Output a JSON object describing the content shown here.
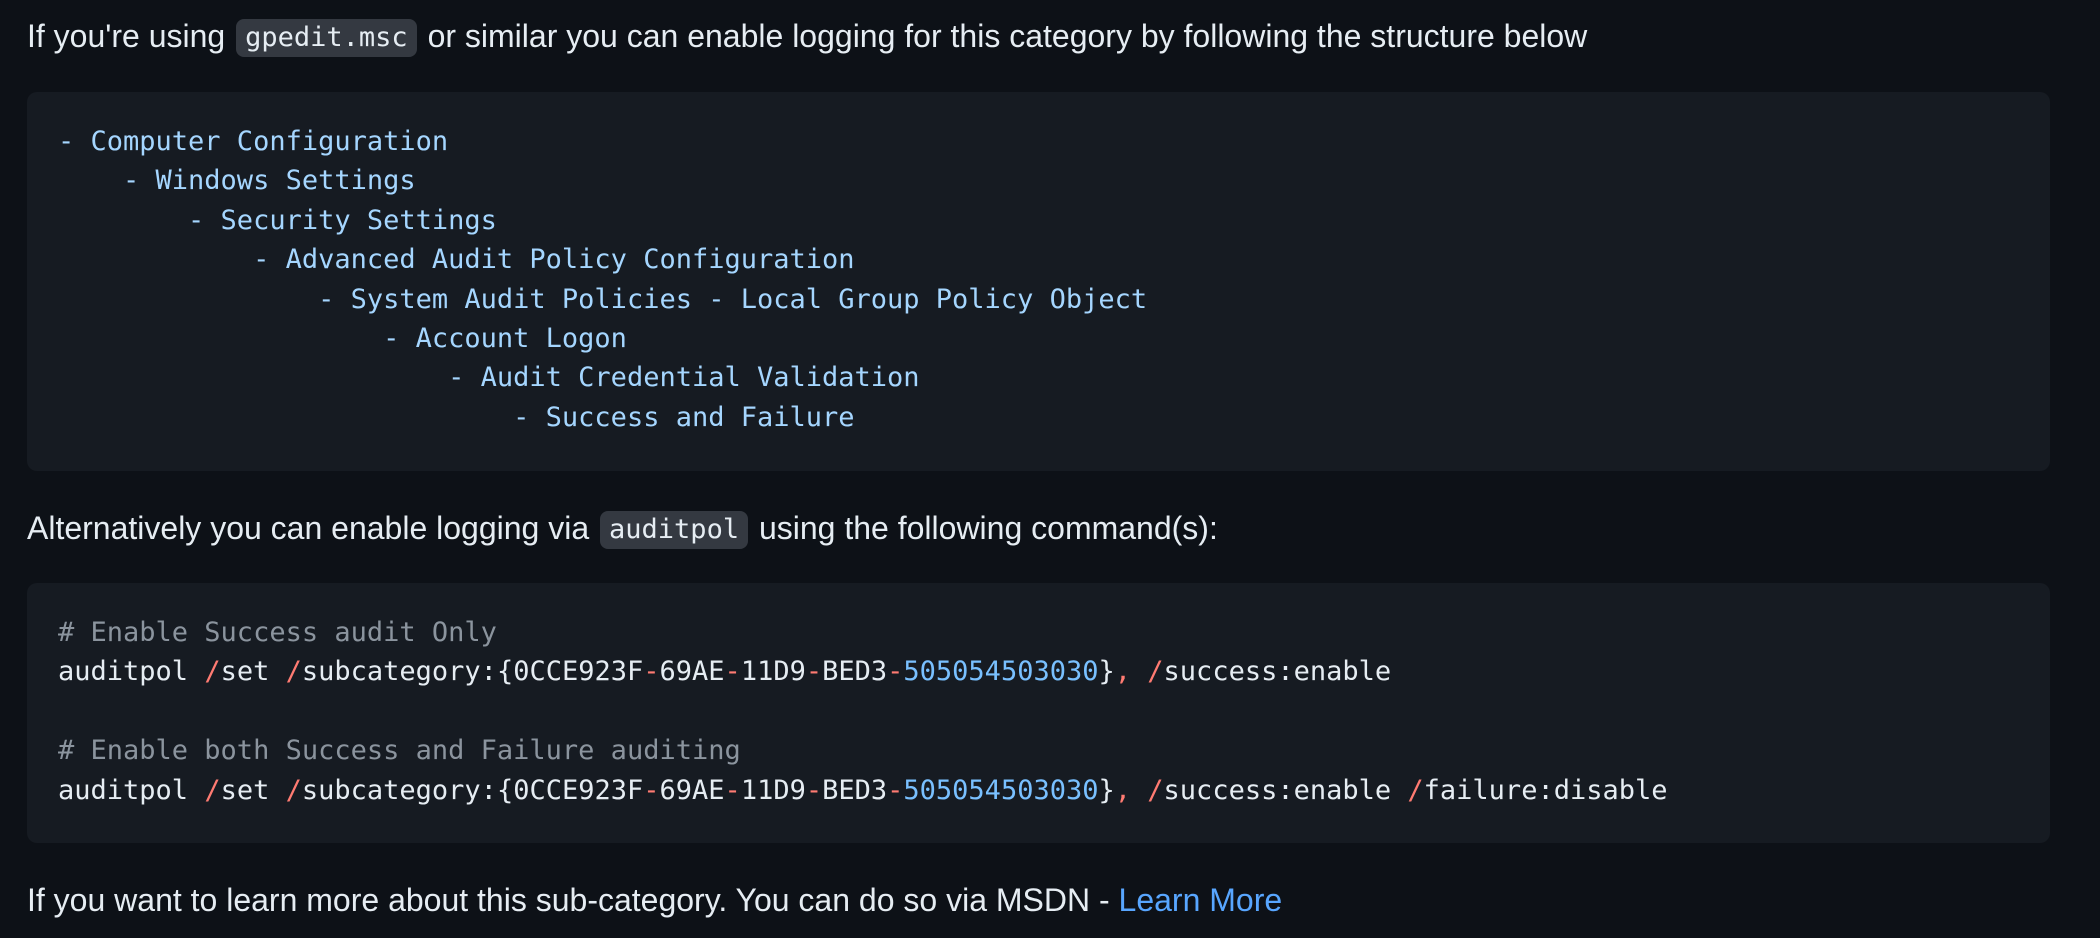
{
  "intro": {
    "before": "If you're using ",
    "code": "gpedit.msc",
    "after": " or similar you can enable logging for this category by following the structure below"
  },
  "tree": {
    "prefix": "- ",
    "items": [
      {
        "indent": 0,
        "label": "Computer Configuration"
      },
      {
        "indent": 1,
        "label": "Windows Settings"
      },
      {
        "indent": 2,
        "label": "Security Settings"
      },
      {
        "indent": 3,
        "label": "Advanced Audit Policy Configuration"
      },
      {
        "indent": 4,
        "label": "System Audit Policies - Local Group Policy Object"
      },
      {
        "indent": 5,
        "label": "Account Logon"
      },
      {
        "indent": 6,
        "label": "Audit Credential Validation"
      },
      {
        "indent": 7,
        "label": "Success and Failure"
      }
    ]
  },
  "alt": {
    "before": "Alternatively you can enable logging via ",
    "code": "auditpol",
    "after": " using the following command(s):"
  },
  "commands": {
    "comment1": "# Enable Success audit Only",
    "cmd1": [
      {
        "t": "auditpol ",
        "c": "plain"
      },
      {
        "t": "/",
        "c": "op"
      },
      {
        "t": "set ",
        "c": "plain"
      },
      {
        "t": "/",
        "c": "op"
      },
      {
        "t": "subcategory:{0CCE923F",
        "c": "plain"
      },
      {
        "t": "-",
        "c": "op"
      },
      {
        "t": "69AE",
        "c": "plain"
      },
      {
        "t": "-",
        "c": "op"
      },
      {
        "t": "11D9",
        "c": "plain"
      },
      {
        "t": "-",
        "c": "op"
      },
      {
        "t": "BED3",
        "c": "plain"
      },
      {
        "t": "-",
        "c": "op"
      },
      {
        "t": "505054503030",
        "c": "num"
      },
      {
        "t": "}",
        "c": "plain"
      },
      {
        "t": ",",
        "c": "op"
      },
      {
        "t": " ",
        "c": "plain"
      },
      {
        "t": "/",
        "c": "op"
      },
      {
        "t": "success:enable",
        "c": "plain"
      }
    ],
    "comment2": "# Enable both Success and Failure auditing",
    "cmd2": [
      {
        "t": "auditpol ",
        "c": "plain"
      },
      {
        "t": "/",
        "c": "op"
      },
      {
        "t": "set ",
        "c": "plain"
      },
      {
        "t": "/",
        "c": "op"
      },
      {
        "t": "subcategory:{0CCE923F",
        "c": "plain"
      },
      {
        "t": "-",
        "c": "op"
      },
      {
        "t": "69AE",
        "c": "plain"
      },
      {
        "t": "-",
        "c": "op"
      },
      {
        "t": "11D9",
        "c": "plain"
      },
      {
        "t": "-",
        "c": "op"
      },
      {
        "t": "BED3",
        "c": "plain"
      },
      {
        "t": "-",
        "c": "op"
      },
      {
        "t": "505054503030",
        "c": "num"
      },
      {
        "t": "}",
        "c": "plain"
      },
      {
        "t": ",",
        "c": "op"
      },
      {
        "t": " ",
        "c": "plain"
      },
      {
        "t": "/",
        "c": "op"
      },
      {
        "t": "success:enable ",
        "c": "plain"
      },
      {
        "t": "/",
        "c": "op"
      },
      {
        "t": "failure:disable",
        "c": "plain"
      }
    ]
  },
  "outro": {
    "before": "If you want to learn more about this sub-category. You can do so via MSDN - ",
    "link": "Learn More"
  },
  "colors": {
    "background": "#0d1117",
    "code_block_bg": "#161b22",
    "inline_code_bg": "#343941",
    "text": "#e6edf3",
    "tree_text": "#a5d6ff",
    "comment": "#8b949e",
    "operator": "#ff7b72",
    "number": "#79c0ff",
    "link": "#58a6ff"
  }
}
